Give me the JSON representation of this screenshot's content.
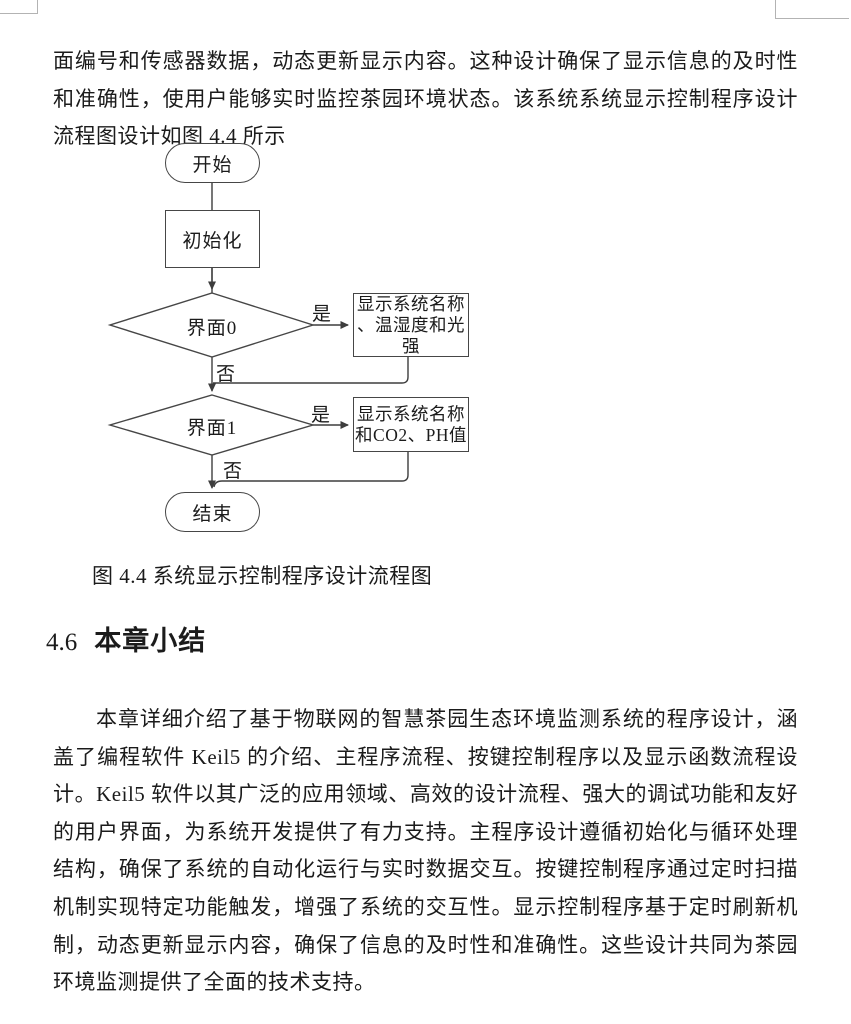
{
  "page": {
    "paragraph_top": "面编号和传感器数据，动态更新显示内容。这种设计确保了显示信息的及时性和准确性，使用户能够实时监控茶园环境状态。该系统系统显示控制程序设计流程图设计如图 4.4 所示",
    "figure_caption": "图 4.4 系统显示控制程序设计流程图",
    "section": {
      "number": "4.6",
      "title": "本章小结"
    },
    "paragraph_body": "本章详细介绍了基于物联网的智慧茶园生态环境监测系统的程序设计，涵盖了编程软件 Keil5 的介绍、主程序流程、按键控制程序以及显示函数流程设计。Keil5 软件以其广泛的应用领域、高效的设计流程、强大的调试功能和友好的用户界面，为系统开发提供了有力支持。主程序设计遵循初始化与循环处理结构，确保了系统的自动化运行与实时数据交互。按键控制程序通过定时扫描机制实现特定功能触发，增强了系统的交互性。显示控制程序基于定时刷新机制，动态更新显示内容，确保了信息的及时性和准确性。这些设计共同为茶园环境监测提供了全面的技术支持。"
  },
  "flowchart": {
    "start": "开始",
    "init": "初始化",
    "decision0": "界面0",
    "decision1": "界面1",
    "yes": "是",
    "no": "否",
    "box0_lines": [
      "显示系统名称",
      "、温湿度和光",
      "强"
    ],
    "box1_lines": [
      "显示系统名称",
      "和CO2、PH值"
    ],
    "end": "结束"
  },
  "colors": {
    "line": "#3d3d3d",
    "shape_border": "#464646",
    "boundary_mark": "#b3b3b3",
    "text": "#1b1b1b"
  }
}
